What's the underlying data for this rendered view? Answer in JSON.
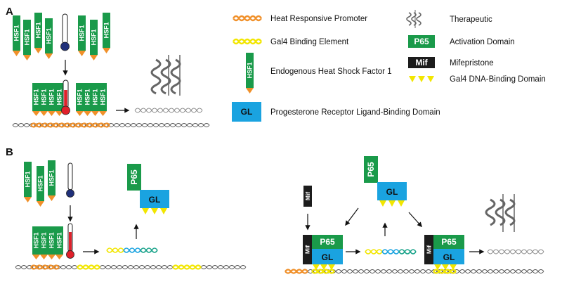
{
  "panels": {
    "a": "A",
    "b": "B"
  },
  "legend": {
    "heat_promoter": "Heat Responsive Promoter",
    "gal4_element": "Gal4 Binding Element",
    "hsf1_desc": "Endogenous Heat Shock Factor 1",
    "gl_desc": "Progesterone Receptor Ligand-Binding Domain",
    "therapeutic": "Therapeutic",
    "activation": "Activation Domain",
    "mifepristone": "Mifepristone",
    "dna_binding": "Gal4 DNA-Binding Domain"
  },
  "labels": {
    "hsf1": "HSF1",
    "p65": "P65",
    "gl": "GL",
    "mif": "Mif"
  },
  "colors": {
    "hsf_green": "#1a9a4a",
    "p65_green": "#1a9a4a",
    "gl_blue": "#1aa3e0",
    "promoter_orange": "#f0902a",
    "gal4_yellow": "#f2e600",
    "mif_black": "#1c1c1c",
    "thermo_blue": "#20307a",
    "thermo_red": "#e0202a",
    "dna_grey": "#555555",
    "therapeutic_grey": "#666666",
    "mrna_teal": "#1aa38a"
  }
}
